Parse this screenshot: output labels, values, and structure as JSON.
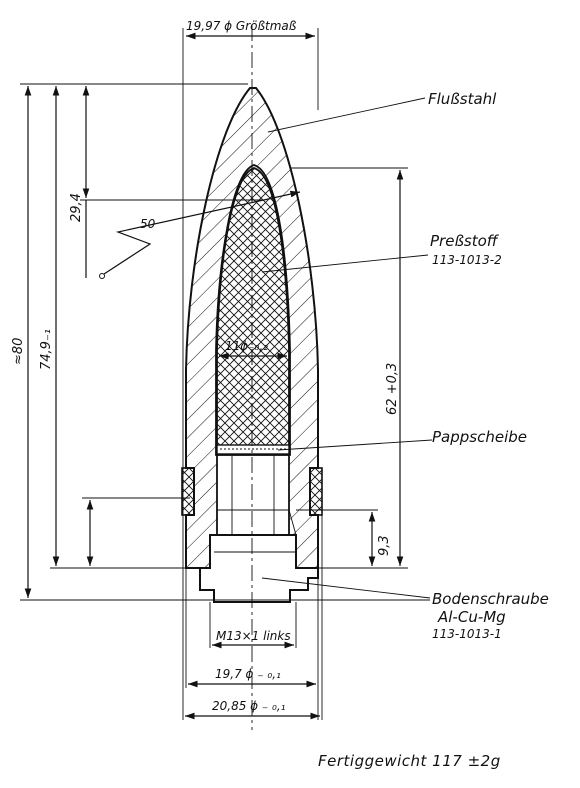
{
  "labels": {
    "material_steel": "Flußstahl",
    "filler": "Preßstoff",
    "filler_code": "113-1013-2",
    "cardboard_disk": "Pappscheibe",
    "base_screw": "Bodenschraube",
    "base_material": "Al-Cu-Mg",
    "base_code": "113-1013-1"
  },
  "dimensions": {
    "max_diameter": "19,97 ϕ Größtmaß",
    "ogive_length": "29,4",
    "radius": "50",
    "overall_length": "≈80",
    "body_length": "74,9₋₁",
    "core_diameter": "11ϕ₋₀,₂",
    "cavity_depth": "62 +0,3",
    "thread_length": "9,3",
    "thread_spec": "M13×1 links",
    "base_diameter": "19,7 ϕ ₋ ₀,₁",
    "band_diameter": "20,85 ϕ ₋ ₀,₁"
  },
  "footer": {
    "weight": "Fertiggewicht  117 ±2g"
  }
}
